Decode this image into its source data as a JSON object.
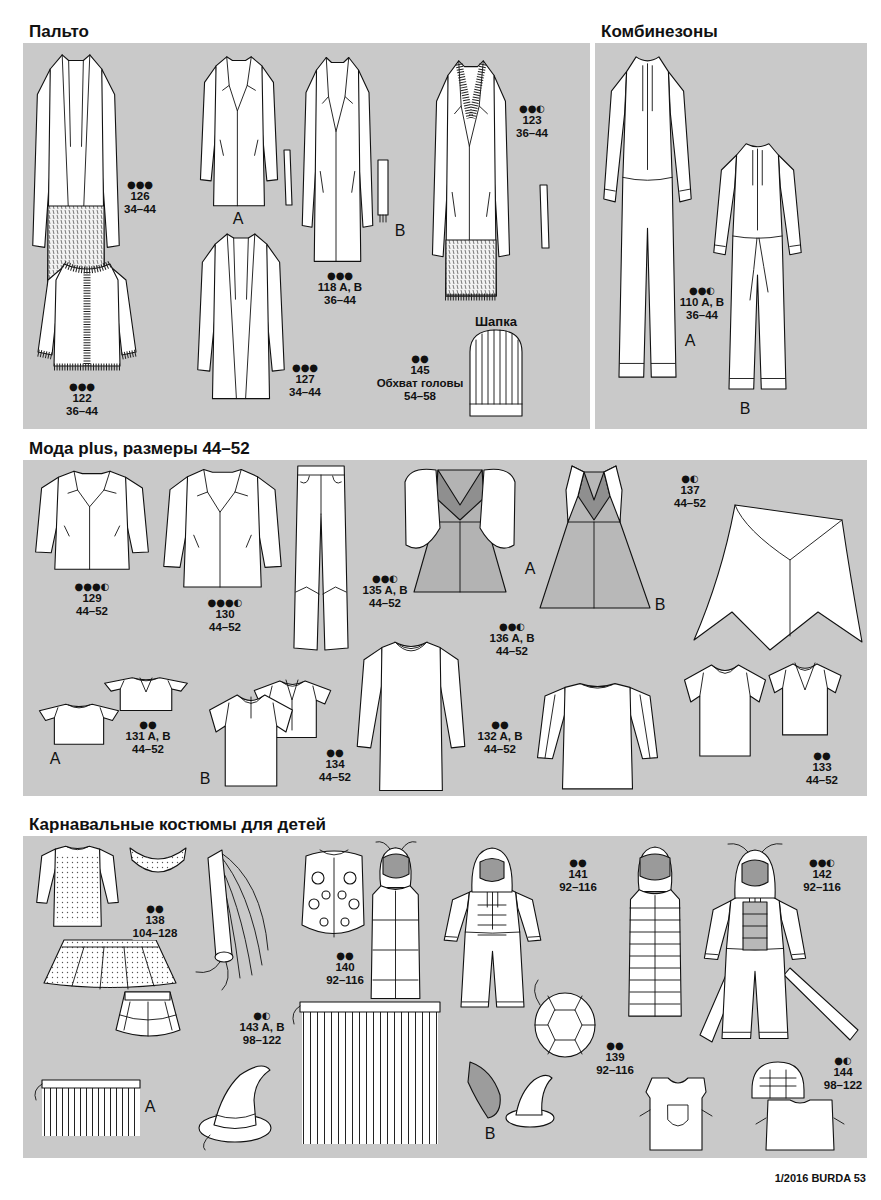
{
  "diagram": {
    "nodes": [
      {
        "text": [
          "Пальто"
        ]
      },
      {
        "text": [
          "Комбинезоны"
        ]
      },
      {
        "text": [
          "Мода plus, размеры 44–52"
        ]
      },
      {
        "text": [
          "Карнавальные костюмы для детей"
        ]
      }
    ],
    "labels": [
      "●●●",
      "126",
      "34–44",
      "A",
      "B",
      "●●●",
      "118 A, B",
      "36–44",
      "●●◐",
      "123",
      "36–44",
      "●●●",
      "122",
      "36–44",
      "●●●",
      "127",
      "34–44",
      "Шапка",
      "●●",
      "145",
      "Обхват головы",
      "54–58",
      "A",
      "●●◐",
      "110 A, B",
      "36–44",
      "B",
      "●●●◐",
      "129",
      "44–52",
      "●●●◐",
      "130",
      "44–52",
      "●●◐",
      "135 A, B",
      "44–52",
      "A",
      "B",
      "●●◐",
      "136 A, B",
      "44–52",
      "●◐",
      "137",
      "44–52",
      "●●",
      "131 A, B",
      "44–52",
      "A",
      "B",
      "●●",
      "134",
      "44–52",
      "●●",
      "132 A, B",
      "44–52",
      "●●",
      "133",
      "44–52",
      "●●",
      "138",
      "104–128",
      "●●",
      "140",
      "92–116",
      "●●",
      "141",
      "92–116",
      "●●◐",
      "142",
      "92–116",
      "●●",
      "139",
      "92–116",
      "●◐",
      "143 A, B",
      "98–122",
      "A",
      "B",
      "●◐",
      "144",
      "98–122",
      "1/2016 BURDA 53"
    ]
  }
}
